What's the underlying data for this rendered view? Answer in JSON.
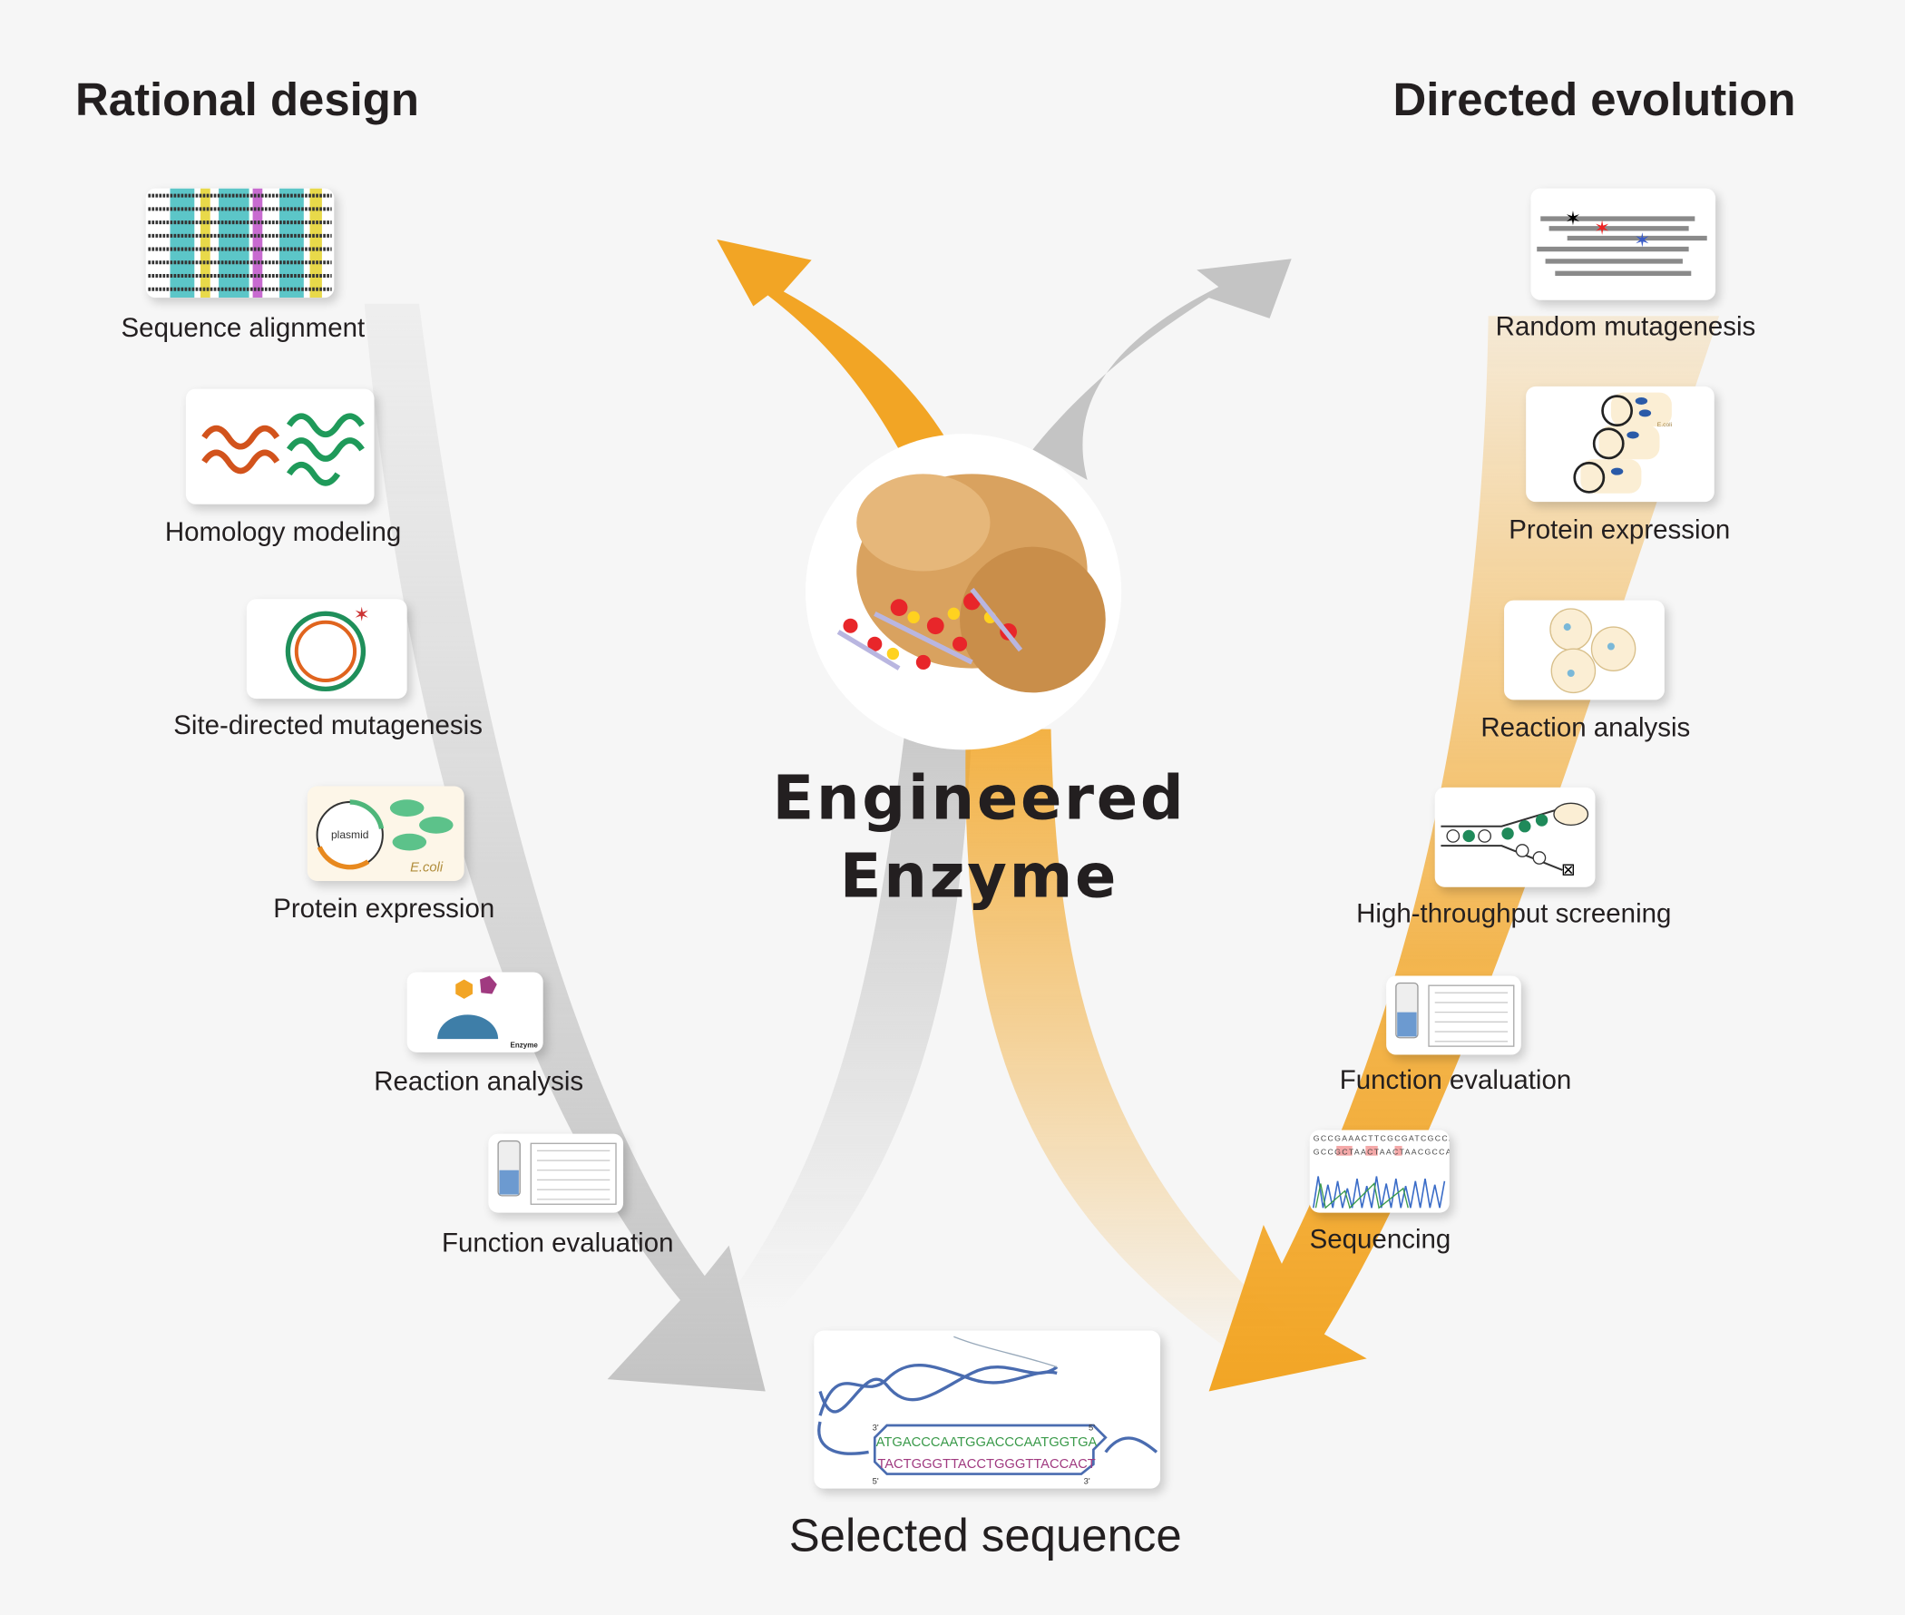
{
  "titles": {
    "left": "Rational design",
    "right": "Directed evolution"
  },
  "center": {
    "line1": "Engineered",
    "line2": "Enzyme"
  },
  "bottom": {
    "label": "Selected sequence"
  },
  "rational_steps": [
    {
      "label": "Sequence alignment",
      "icon": "sequence-alignment-icon"
    },
    {
      "label": "Homology modeling",
      "icon": "protein-structure-icon"
    },
    {
      "label": "Site-directed mutagenesis",
      "icon": "plasmid-mutation-icon"
    },
    {
      "label": "Protein expression",
      "icon": "plasmid-ecoli-icon",
      "plasmid": "plasmid",
      "host": "E.coli"
    },
    {
      "label": "Reaction analysis",
      "icon": "enzyme-substrate-icon",
      "enzyme": "Enzyme"
    },
    {
      "label": "Function evaluation",
      "icon": "tube-plate-icon"
    }
  ],
  "evolution_steps": [
    {
      "label": "Random mutagenesis",
      "icon": "random-mutation-icon"
    },
    {
      "label": "Protein expression",
      "icon": "plasmid-cells-icon",
      "host": "E.coli"
    },
    {
      "label": "Reaction analysis",
      "icon": "droplets-icon"
    },
    {
      "label": "High-throughput screening",
      "icon": "screening-channel-icon"
    },
    {
      "label": "Function evaluation",
      "icon": "tube-plate-icon"
    },
    {
      "label": "Sequencing",
      "icon": "chromatogram-icon",
      "ref_seq": "GCCGAAACTTCGCGATCGCCAC",
      "mut_seq": "GCCGCTAACTAACTAACGCCAC"
    }
  ],
  "dna": {
    "top_strand": "ATGACCCAATGGACCCAATGGTGA",
    "bottom_strand": "TACTGGGTTACCTGGGTTACCACT",
    "end_3": "3'",
    "end_5": "5'"
  },
  "colors": {
    "orange": "#f2a525",
    "gray": "#c4c4c4",
    "background": "#f6f6f6",
    "text": "#231f20"
  }
}
